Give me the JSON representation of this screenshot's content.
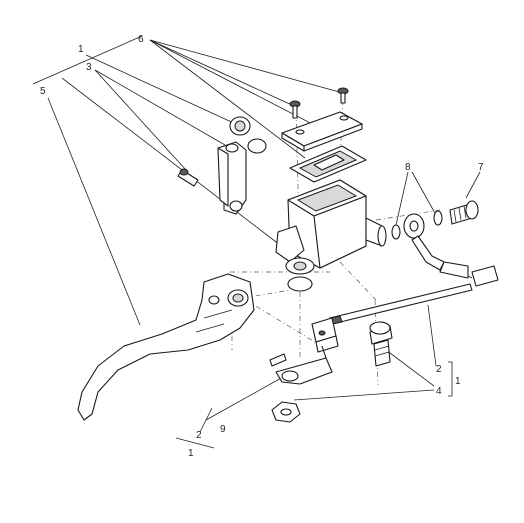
{
  "callouts": {
    "c1_top": "1",
    "c3": "3",
    "c5": "5",
    "c6": "6",
    "c8": "8",
    "c7": "7",
    "c2_right": "2",
    "c1_right": "1",
    "c4": "4",
    "c9": "9",
    "c2_left": "2",
    "c1_bottom": "1"
  },
  "colors": {
    "line": "#222222",
    "fill": "#ffffff",
    "shade": "#d9d9d9"
  }
}
